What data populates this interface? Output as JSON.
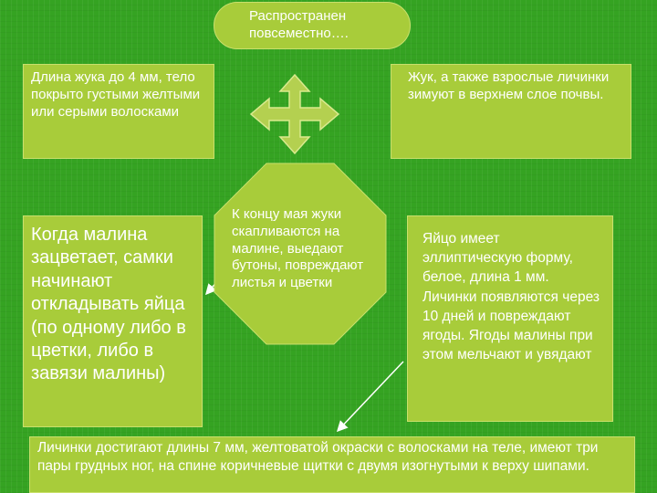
{
  "title_box": {
    "text": "Распространен повсеместно…."
  },
  "top_left_box": {
    "text": "Длина жука до 4 мм, тело покрыто густыми желтыми или серыми волосками"
  },
  "top_right_box": {
    "text": "Жук, а также взрослые личинки зимуют в верхнем слое почвы."
  },
  "middle_left_box": {
    "text": "Когда малина зацветает, самки начинают откладывать яйца (по одному либо в  цветки, либо в завязи малины)"
  },
  "center_octagon": {
    "text": "К концу мая жуки скапливаются на малине, выедают бутоны, повреждают листья и цветки"
  },
  "middle_right_box": {
    "text": "Яйцо имеет эллиптическую форму, белое, длина 1 мм. Личинки появляются через 10 дней и повреждают ягоды. Ягоды малины при этом мельчают и увядают"
  },
  "bottom_box": {
    "text": "Личинки достигают длины 7 мм, желтоватой окраски с волосками на теле, имеют три пары грудных ног, на спине коричневые щитки с двумя изогнутыми к верху шипами."
  },
  "colors": {
    "background": "#35a322",
    "box_fill": "#a8cc3a",
    "box_border": "#c9e06c",
    "text": "#ffffff",
    "arrow": "#ffffff"
  },
  "icons": {
    "center_arrow": "four-way-arrow-icon"
  }
}
